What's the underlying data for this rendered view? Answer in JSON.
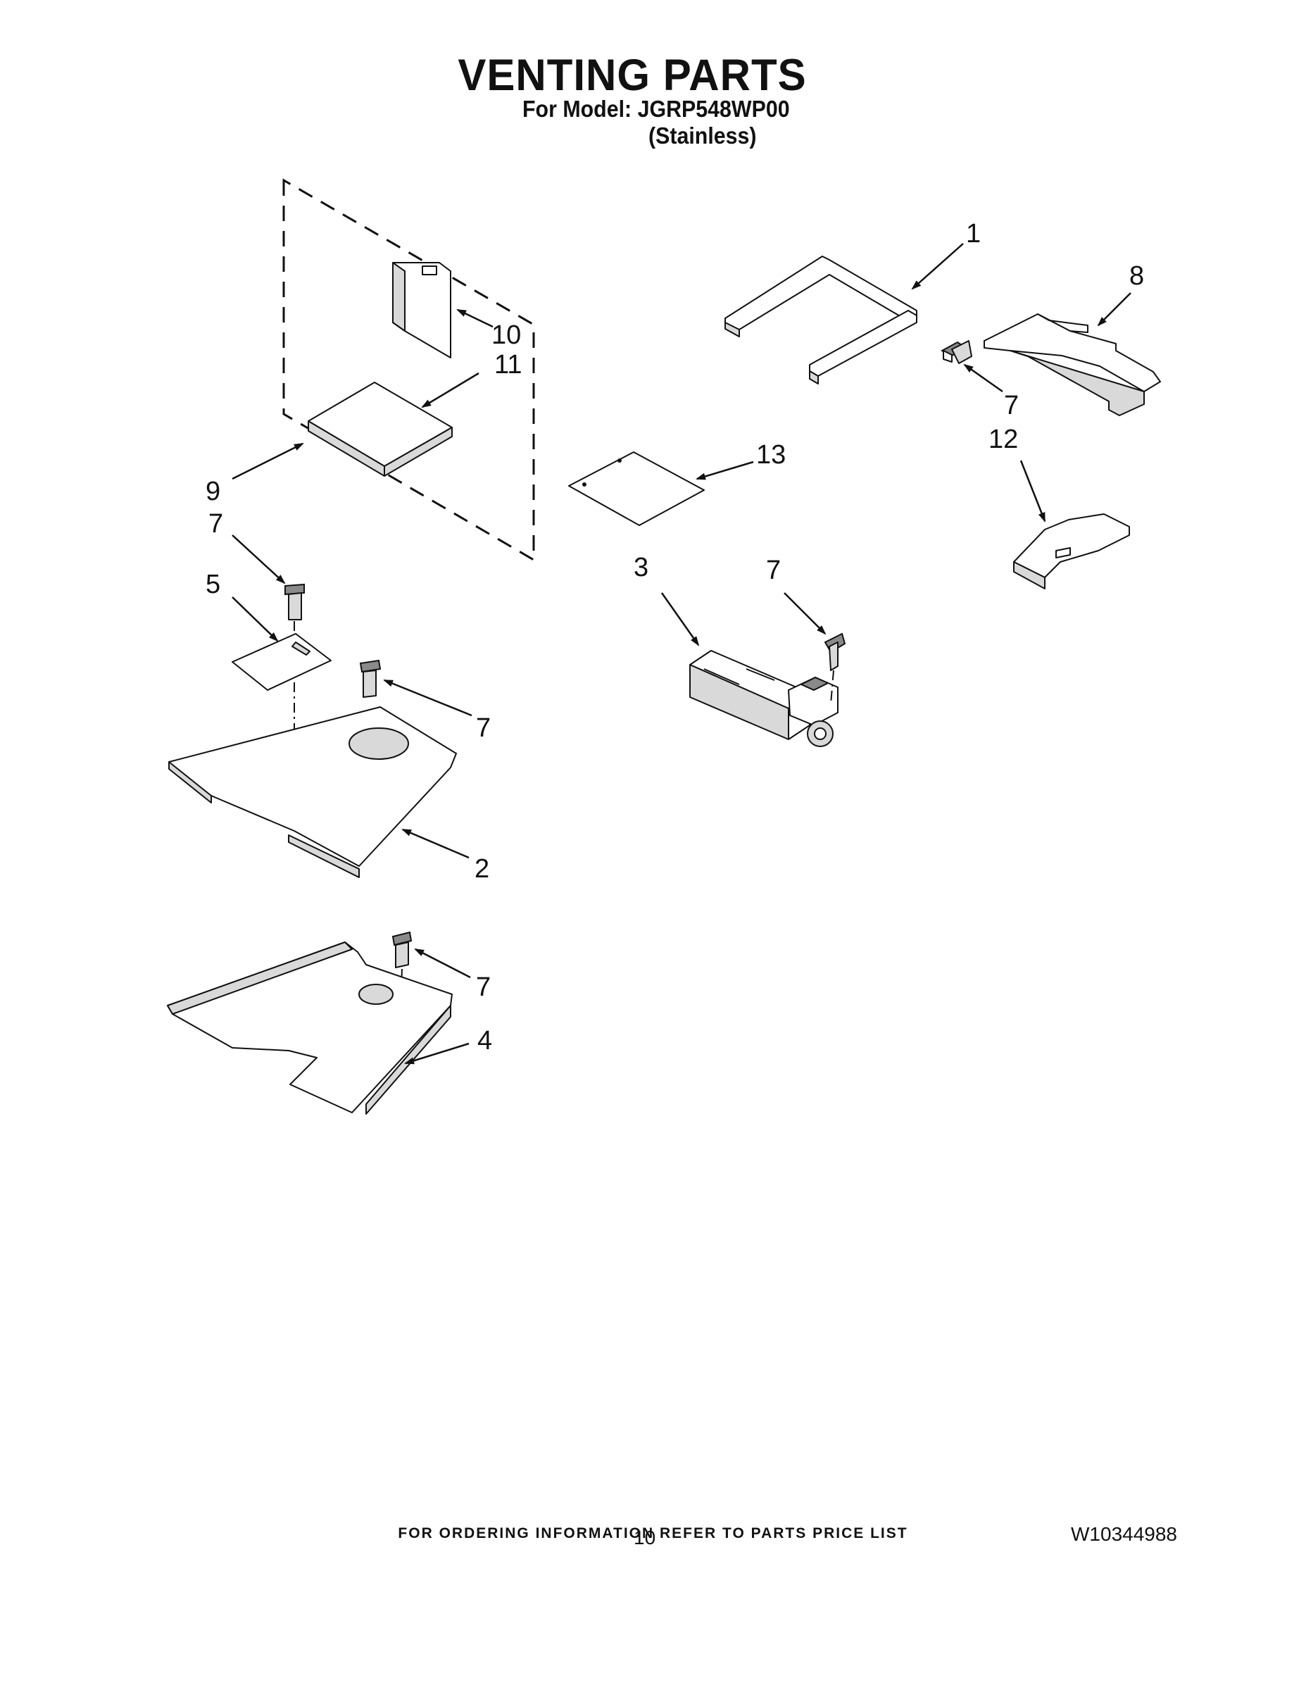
{
  "header": {
    "title": "VENTING PARTS",
    "model_line": "For Model: JGRP548WP00",
    "variant_line": "(Stainless)"
  },
  "callouts": {
    "c1": "1",
    "c8": "8",
    "c10": "10",
    "c11": "11",
    "c7_top_right": "7",
    "c12": "12",
    "c13": "13",
    "c9": "9",
    "c7_left_upper": "7",
    "c5": "5",
    "c3": "3",
    "c7_middle": "7",
    "c7_left_mid": "7",
    "c2": "2",
    "c7_left_lower": "7",
    "c4": "4"
  },
  "footer": {
    "ordering_note": "FOR ORDERING INFORMATION REFER TO PARTS PRICE LIST",
    "page_number": "10",
    "doc_number": "W10344988"
  }
}
